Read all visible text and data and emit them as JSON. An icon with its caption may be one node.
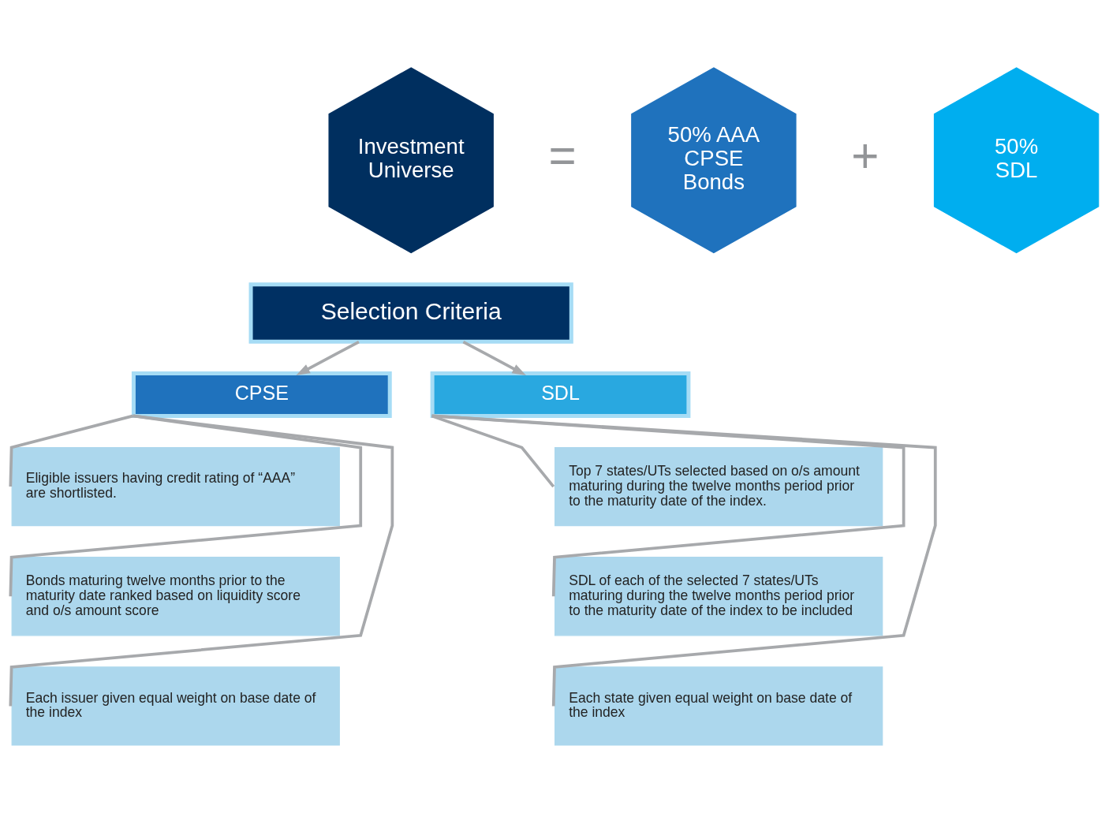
{
  "diagram": {
    "nodes": [
      {
        "text": [
          "Investment Universe"
        ]
      },
      {
        "text": [
          "50% AAA CPSE Bonds"
        ]
      },
      {
        "text": [
          "50% SDL"
        ]
      },
      {
        "text": [
          "Selection Criteria"
        ]
      },
      {
        "text": [
          "CPSE"
        ]
      },
      {
        "text": [
          "SDL"
        ]
      },
      {
        "text": [
          "Eligible issuers having credit rating of “AAA” are shortlisted."
        ]
      },
      {
        "text": [
          "Bonds maturing twelve months prior to the maturity date ranked based on liquidity score and o/s amount score"
        ]
      },
      {
        "text": [
          "Each issuer given equal weight on base date of the index"
        ]
      },
      {
        "text": [
          "Top 7 states/UTs selected based on o/s amount maturing during the twelve months period prior to the maturity date of the index."
        ]
      },
      {
        "text": [
          "SDL of each of the selected 7 states/UTs maturing during the twelve months period prior to the maturity date of the index to be included"
        ]
      },
      {
        "text": [
          "Each state given equal weight on base date of the index"
        ]
      }
    ],
    "edges": [
      {
        "from": 3,
        "to": 4,
        "arrow": "to"
      },
      {
        "from": 3,
        "to": 5,
        "arrow": "to"
      },
      {
        "from": 4,
        "to": 6,
        "arrow": "none"
      },
      {
        "from": 4,
        "to": 7,
        "arrow": "none"
      },
      {
        "from": 4,
        "to": 8,
        "arrow": "none"
      },
      {
        "from": 5,
        "to": 9,
        "arrow": "none"
      },
      {
        "from": 5,
        "to": 10,
        "arrow": "none"
      },
      {
        "from": 5,
        "to": 11,
        "arrow": "none"
      }
    ],
    "labels": [
      "=",
      "+"
    ]
  }
}
